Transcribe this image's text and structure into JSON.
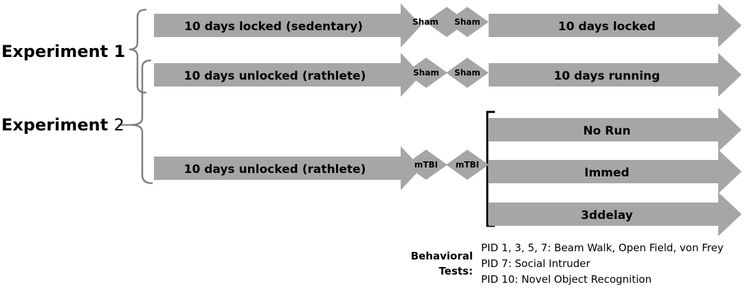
{
  "experiments": [
    {
      "label": "Experiment ",
      "number": "1"
    },
    {
      "label": "Experiment ",
      "number": "2"
    }
  ],
  "rows": [
    {
      "pre": "10 days locked (sedentary)",
      "d1": "Sham",
      "d2": "Sham",
      "post": "10 days locked"
    },
    {
      "pre": "10 days unlocked (rathlete)",
      "d1": "Sham",
      "d2": "Sham",
      "post": "10 days running"
    },
    {
      "pre": "10 days unlocked (rathlete)",
      "d1": "mTBI",
      "d2": "mTBI"
    }
  ],
  "groups": [
    "No Run",
    "Immed",
    "3ddelay"
  ],
  "behavioral": {
    "label_line1": "Behavioral",
    "label_line2": "Tests:",
    "tests": [
      "PID 1, 3, 5, 7: Beam Walk, Open Field, von Frey",
      "PID 7: Social Intruder",
      "PID 10: Novel Object Recognition"
    ]
  },
  "colors": {
    "arrow": "#a6a6a6",
    "bracket": "#7f7f7f",
    "black_bracket": "#000000"
  }
}
